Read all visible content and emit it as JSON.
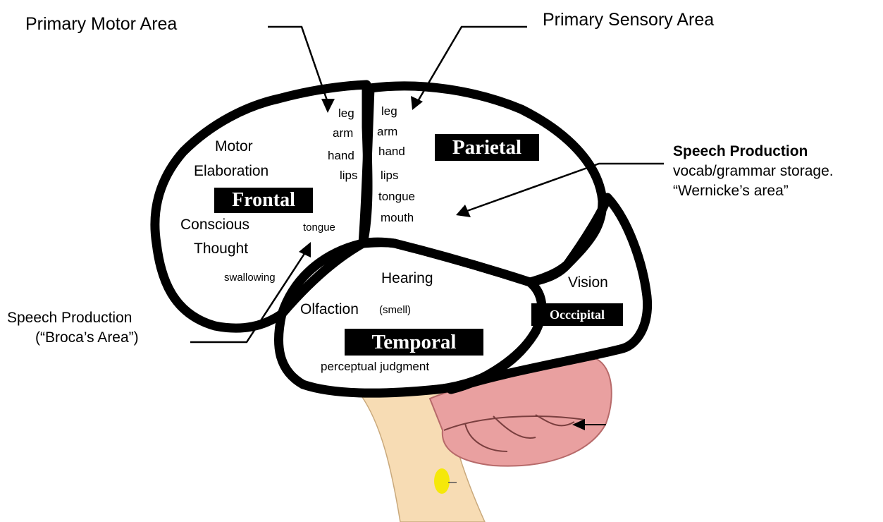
{
  "labels": {
    "primary_motor_area": "Primary Motor Area",
    "primary_sensory_area": "Primary Sensory Area",
    "frontal": "Frontal",
    "parietal": "Parietal",
    "temporal": "Temporal",
    "occipital": "Occcipital",
    "motor": "Motor",
    "elaboration": "Elaboration",
    "conscious": "Conscious",
    "thought": "Thought",
    "swallowing": "swallowing",
    "tongue_motor": "tongue",
    "motor_leg": "leg",
    "motor_arm": "arm",
    "motor_hand": "hand",
    "motor_lips": "lips",
    "sensory_leg": "leg",
    "sensory_arm": "arm",
    "sensory_hand": "hand",
    "sensory_lips": "lips",
    "sensory_tongue": "tongue",
    "sensory_mouth": "mouth",
    "hearing": "Hearing",
    "olfaction": "Olfaction",
    "smell": "(smell)",
    "perceptual_judgment": "perceptual judgment",
    "vision": "Vision",
    "wernicke_title": "Speech Production",
    "wernicke_line1": "vocab/grammar storage.",
    "wernicke_line2": "“Wernicke’s area”",
    "broca_line1": "Speech Production",
    "broca_line2": "(“Broca’s Area”)"
  },
  "colors": {
    "outline": "#000000",
    "brainstem": "#f7dcb4",
    "cerebellum": "#e9a0a0",
    "cerebellum_lines": "#b76a6a",
    "marker": "#f5e80a"
  }
}
